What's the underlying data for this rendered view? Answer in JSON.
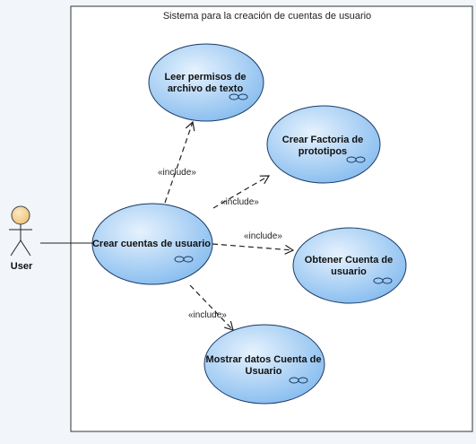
{
  "system": {
    "title": "Sistema para la creación de cuentas de usuario"
  },
  "actor": {
    "name": "User"
  },
  "use_cases": {
    "main": {
      "line1": "Crear cuentas de usuario"
    },
    "leer": {
      "line1": "Leer permisos de",
      "line2": "archivo de texto"
    },
    "factoria": {
      "line1": "Crear Factoria de",
      "line2": "prototipos"
    },
    "obtener": {
      "line1": "Obtener Cuenta de",
      "line2": "usuario"
    },
    "mostrar": {
      "line1": "Mostrar datos Cuenta de",
      "line2": "Usuario"
    }
  },
  "relations": {
    "include_leer": "«include»",
    "include_factoria": "«include»",
    "include_obtener": "«include»",
    "include_mostrar": "«include»"
  },
  "colors": {
    "ellipse_fill_light": "#d9ebfb",
    "ellipse_fill_dark": "#8ec1f0",
    "ellipse_stroke": "#1b3b66",
    "actor_fill": "#f6d79c",
    "boundary_fill": "#ffffff",
    "background": "#f2f5f9"
  }
}
